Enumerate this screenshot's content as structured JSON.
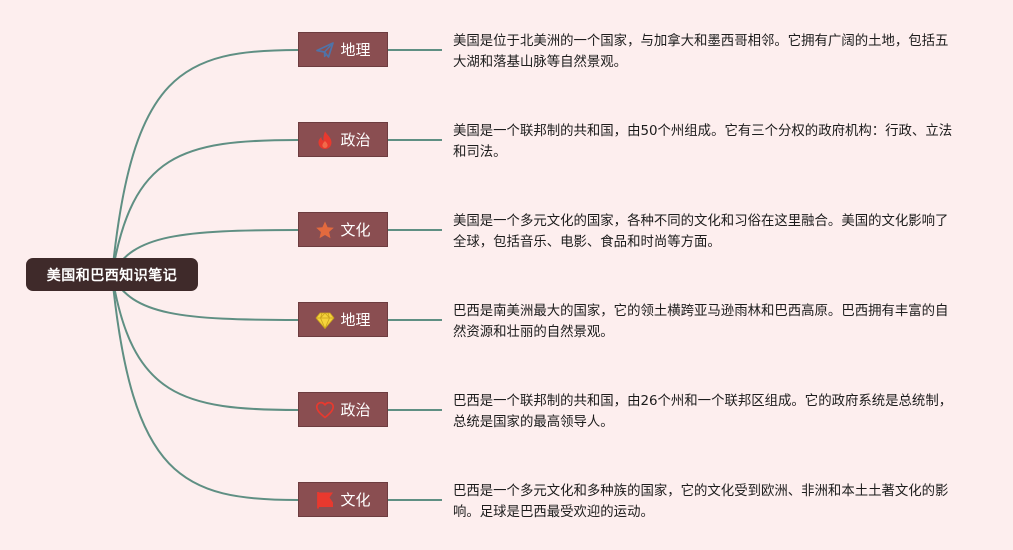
{
  "root": {
    "label": "美国和巴西知识笔记"
  },
  "colors": {
    "background": "#fdeeee",
    "root_fill": "#3f2a2a",
    "branch_fill": "#8a4e51",
    "connector": "#5f8f83"
  },
  "branches": [
    {
      "label": "地理",
      "icon": "paper-plane-icon",
      "icon_color": "#4f73a8",
      "note": "美国是位于北美洲的一个国家，与加拿大和墨西哥相邻。它拥有广阔的土地，包括五大湖和落基山脉等自然景观。"
    },
    {
      "label": "政治",
      "icon": "flame-icon",
      "icon_color": "#e8392e",
      "note": "美国是一个联邦制的共和国，由50个州组成。它有三个分权的政府机构：行政、立法和司法。"
    },
    {
      "label": "文化",
      "icon": "star-icon",
      "icon_color": "#e36a3e",
      "note": "美国是一个多元文化的国家，各种不同的文化和习俗在这里融合。美国的文化影响了全球，包括音乐、电影、食品和时尚等方面。"
    },
    {
      "label": "地理",
      "icon": "diamond-icon",
      "icon_color": "#f5d33c",
      "note": "巴西是南美洲最大的国家，它的领土横跨亚马逊雨林和巴西高原。巴西拥有丰富的自然资源和壮丽的自然景观。"
    },
    {
      "label": "政治",
      "icon": "heart-icon",
      "icon_color": "#e8392e",
      "note": "巴西是一个联邦制的共和国，由26个州和一个联邦区组成。它的政府系统是总统制，总统是国家的最高领导人。"
    },
    {
      "label": "文化",
      "icon": "flag-icon",
      "icon_color": "#e8392e",
      "note": "巴西是一个多元文化和多种族的国家，它的文化受到欧洲、非洲和本土土著文化的影响。足球是巴西最受欢迎的运动。"
    }
  ]
}
